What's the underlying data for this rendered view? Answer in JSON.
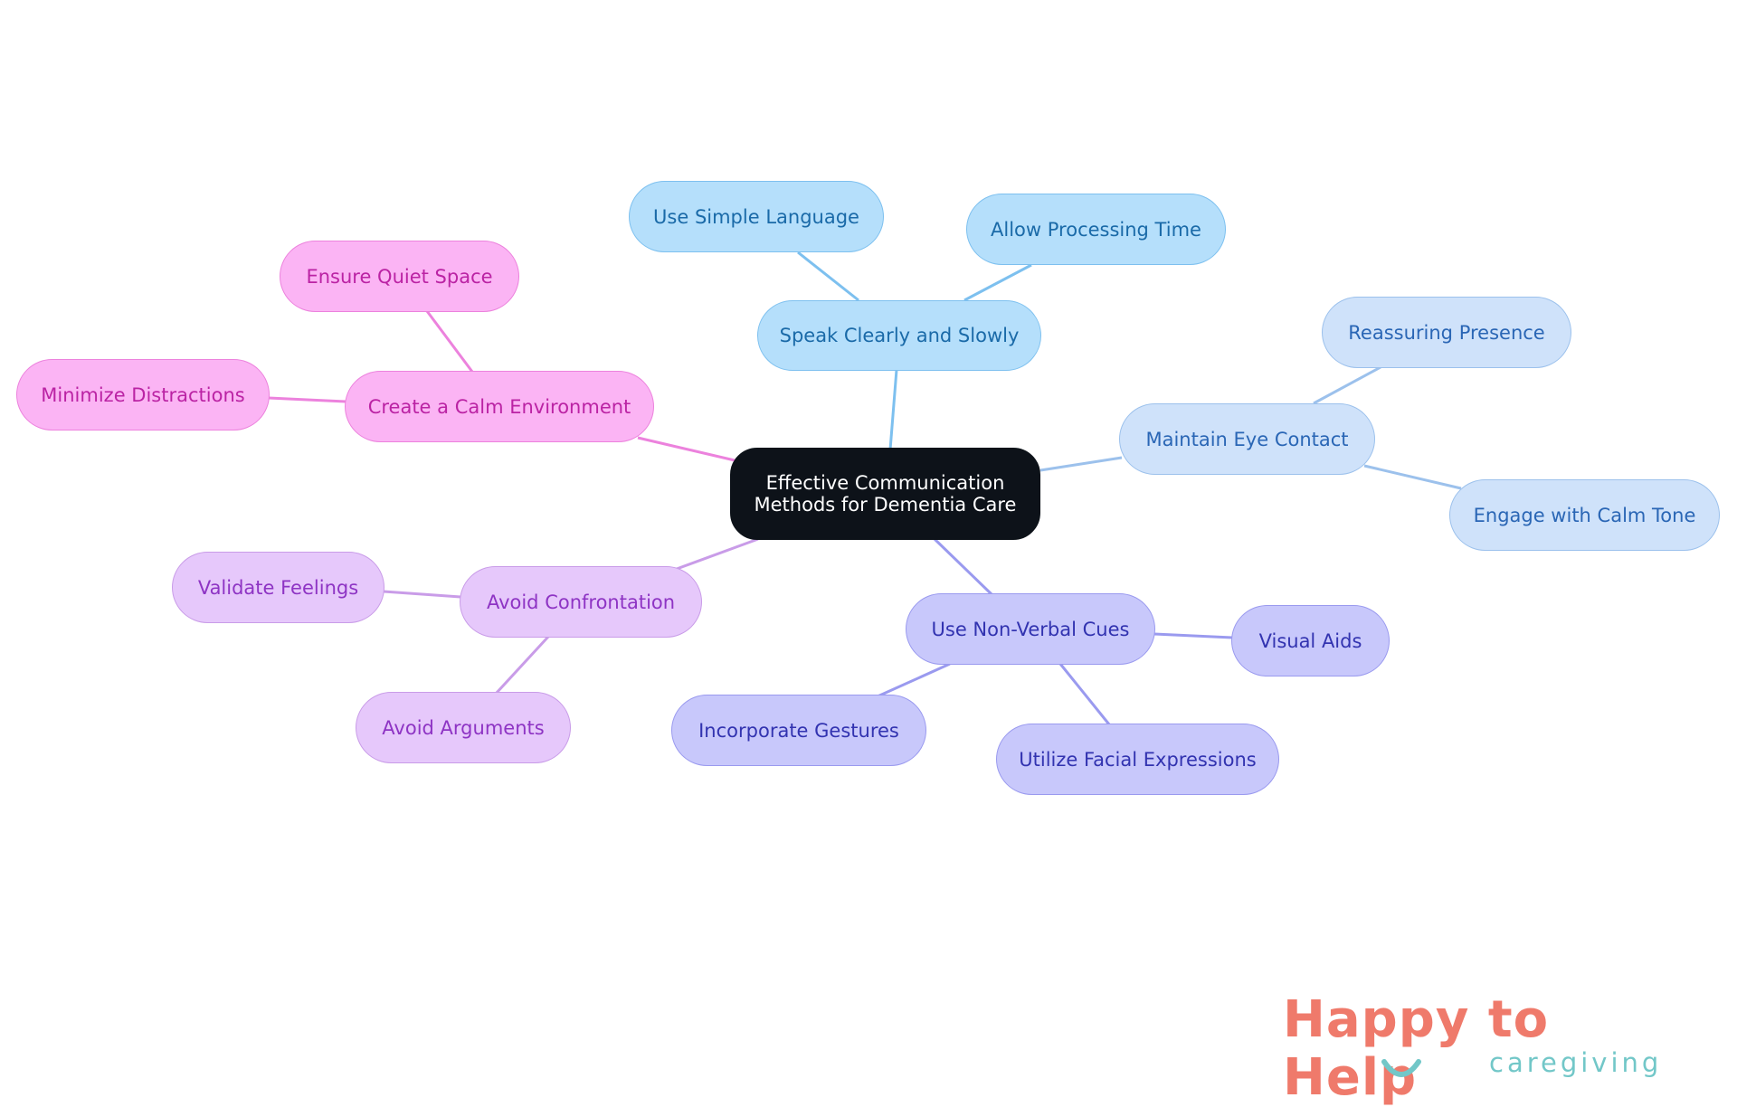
{
  "root": {
    "line1": "Effective Communication",
    "line2": "Methods for Dementia Care"
  },
  "branches": {
    "speak": {
      "label": "Speak Clearly and Slowly",
      "children": [
        "Use Simple Language",
        "Allow Processing Time"
      ]
    },
    "eye": {
      "label": "Maintain Eye Contact",
      "children": [
        "Reassuring Presence",
        "Engage with Calm Tone"
      ]
    },
    "nonverbal": {
      "label": "Use Non-Verbal Cues",
      "children": [
        "Visual Aids",
        "Incorporate Gestures",
        "Utilize Facial Expressions"
      ]
    },
    "avoid": {
      "label": "Avoid Confrontation",
      "children": [
        "Validate Feelings",
        "Avoid Arguments"
      ]
    },
    "calm": {
      "label": "Create a Calm Environment",
      "children": [
        "Ensure Quiet Space",
        "Minimize Distractions"
      ]
    }
  },
  "colors": {
    "speak": "#7dc0ef",
    "eye": "#9cc1ec",
    "nonverbal": "#9a9aef",
    "avoid": "#c99ce8",
    "calm": "#ec82dd"
  },
  "logo": {
    "title": "Happy to Help",
    "subtitle": "caregiving"
  }
}
